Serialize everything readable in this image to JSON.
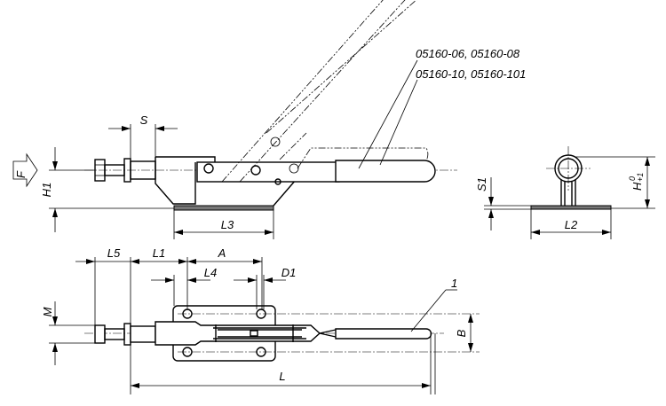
{
  "labels": {
    "force": "F",
    "H1": "H1",
    "S": "S",
    "L3": "L3",
    "S1": "S1",
    "L2": "L2",
    "H": "H",
    "H_tol_upper": "0",
    "H_tol_lower": "+1",
    "L5": "L5",
    "L1": "L1",
    "A": "A",
    "L4": "L4",
    "D1": "D1",
    "M": "M",
    "B": "B",
    "L": "L",
    "item": "1"
  },
  "variants": {
    "line1": "05160-06, 05160-08",
    "line2": "05160-10, 05160-101"
  }
}
